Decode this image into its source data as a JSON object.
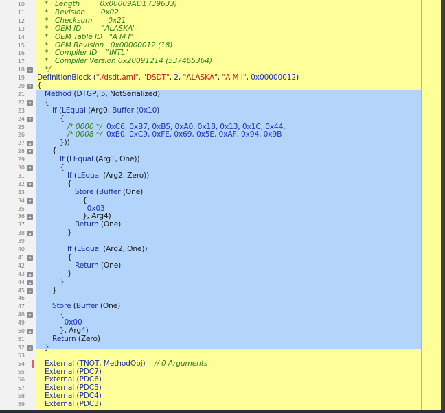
{
  "editor": {
    "language": "ASL",
    "lines": [
      {
        "n": "10",
        "indent": 1,
        "fold": "",
        "seg": [
          [
            "*   Length         0x00009AD1 (39633)",
            "cmt"
          ]
        ]
      },
      {
        "n": "11",
        "indent": 1,
        "fold": "",
        "seg": [
          [
            "*   Revision       0x02",
            "cmt"
          ]
        ]
      },
      {
        "n": "12",
        "indent": 1,
        "fold": "",
        "seg": [
          [
            "*   Checksum       0x21",
            "cmt"
          ]
        ]
      },
      {
        "n": "13",
        "indent": 1,
        "fold": "",
        "seg": [
          [
            "*   OEM ID         \"ALASKA\"",
            "cmt"
          ]
        ]
      },
      {
        "n": "14",
        "indent": 1,
        "fold": "",
        "seg": [
          [
            "*   OEM Table ID   \"A M I\"",
            "cmt"
          ]
        ]
      },
      {
        "n": "15",
        "indent": 1,
        "fold": "",
        "seg": [
          [
            "*   OEM Revision   0x00000012 (18)",
            "cmt"
          ]
        ]
      },
      {
        "n": "16",
        "indent": 1,
        "fold": "",
        "seg": [
          [
            "*   Compiler ID    \"INTL\"",
            "cmt"
          ]
        ]
      },
      {
        "n": "17",
        "indent": 1,
        "fold": "",
        "seg": [
          [
            "*   Compiler Version 0x20091214 (537465364)",
            "cmt"
          ]
        ]
      },
      {
        "n": "18",
        "indent": 1,
        "fold": "close",
        "seg": [
          [
            "*/",
            "cmt"
          ]
        ]
      },
      {
        "n": "19",
        "indent": 0,
        "fold": "",
        "seg": [
          [
            "DefinitionBlock (",
            "kw"
          ],
          [
            "\"./dsdt.aml\"",
            "str"
          ],
          [
            ", ",
            "plain"
          ],
          [
            "\"DSDT\"",
            "str"
          ],
          [
            ", ",
            "plain"
          ],
          [
            "2",
            "num"
          ],
          [
            ", ",
            "plain"
          ],
          [
            "\"ALASKA\"",
            "str"
          ],
          [
            ", ",
            "plain"
          ],
          [
            "\"A M I\"",
            "str"
          ],
          [
            ", ",
            "plain"
          ],
          [
            "0x00000012",
            "num"
          ],
          [
            ")",
            "plain"
          ]
        ]
      },
      {
        "n": "20",
        "indent": 0,
        "fold": "open",
        "seg": [
          [
            "{",
            "plain"
          ]
        ]
      },
      {
        "n": "21",
        "indent": 1,
        "fold": "",
        "seg": [
          [
            "Method ",
            "kw"
          ],
          [
            "(DTGP, ",
            "plain"
          ],
          [
            "5",
            "num"
          ],
          [
            ", NotSerialized)",
            "plain"
          ]
        ]
      },
      {
        "n": "22",
        "indent": 1,
        "fold": "open",
        "seg": [
          [
            "{",
            "plain"
          ]
        ]
      },
      {
        "n": "23",
        "indent": 2,
        "fold": "",
        "seg": [
          [
            "If ",
            "kw"
          ],
          [
            "(",
            "plain"
          ],
          [
            "LEqual ",
            "kw"
          ],
          [
            "(Arg0, ",
            "plain"
          ],
          [
            "Buffer ",
            "kw"
          ],
          [
            "(",
            "plain"
          ],
          [
            "0x10",
            "num"
          ],
          [
            ")",
            "plain"
          ]
        ]
      },
      {
        "n": "24",
        "indent": 3,
        "fold": "open",
        "seg": [
          [
            "{",
            "plain"
          ]
        ]
      },
      {
        "n": "25",
        "indent": 4,
        "fold": "",
        "seg": [
          [
            "/* 0000 */  ",
            "cmt"
          ],
          [
            "0xC6, 0xB7, 0xB5, 0xA0, 0x18, 0x13, 0x1C, 0x44,",
            "num"
          ]
        ]
      },
      {
        "n": "26",
        "indent": 4,
        "fold": "",
        "seg": [
          [
            "/* 0008 */  ",
            "cmt"
          ],
          [
            "0xB0, 0xC9, 0xFE, 0x69, 0x5E, 0xAF, 0x94, 0x9B",
            "num"
          ]
        ]
      },
      {
        "n": "27",
        "indent": 3,
        "fold": "close",
        "seg": [
          [
            "}))",
            "plain"
          ]
        ]
      },
      {
        "n": "28",
        "indent": 2,
        "fold": "open",
        "seg": [
          [
            "{",
            "plain"
          ]
        ]
      },
      {
        "n": "29",
        "indent": 3,
        "fold": "",
        "seg": [
          [
            "If ",
            "kw"
          ],
          [
            "(",
            "plain"
          ],
          [
            "LEqual ",
            "kw"
          ],
          [
            "(Arg1, One))",
            "plain"
          ]
        ]
      },
      {
        "n": "30",
        "indent": 3,
        "fold": "open",
        "seg": [
          [
            "{",
            "plain"
          ]
        ]
      },
      {
        "n": "31",
        "indent": 4,
        "fold": "",
        "seg": [
          [
            "If ",
            "kw"
          ],
          [
            "(",
            "plain"
          ],
          [
            "LEqual ",
            "kw"
          ],
          [
            "(Arg2, Zero))",
            "plain"
          ]
        ]
      },
      {
        "n": "32",
        "indent": 4,
        "fold": "open",
        "seg": [
          [
            "{",
            "plain"
          ]
        ]
      },
      {
        "n": "33",
        "indent": 5,
        "fold": "",
        "seg": [
          [
            "Store ",
            "kw"
          ],
          [
            "(",
            "plain"
          ],
          [
            "Buffer ",
            "kw"
          ],
          [
            "(One)",
            "plain"
          ]
        ]
      },
      {
        "n": "34",
        "indent": 6,
        "fold": "open",
        "seg": [
          [
            "{",
            "plain"
          ]
        ]
      },
      {
        "n": "35",
        "indent": 6.6,
        "fold": "",
        "seg": [
          [
            "0x03",
            "num"
          ]
        ]
      },
      {
        "n": "36",
        "indent": 6,
        "fold": "close",
        "seg": [
          [
            "}, Arg4)",
            "plain"
          ]
        ]
      },
      {
        "n": "37",
        "indent": 5,
        "fold": "",
        "seg": [
          [
            "Return ",
            "kw"
          ],
          [
            "(One)",
            "plain"
          ]
        ]
      },
      {
        "n": "38",
        "indent": 4,
        "fold": "close",
        "seg": [
          [
            "}",
            "plain"
          ]
        ]
      },
      {
        "n": "39",
        "indent": 0,
        "fold": "",
        "seg": []
      },
      {
        "n": "40",
        "indent": 4,
        "fold": "",
        "seg": [
          [
            "If ",
            "kw"
          ],
          [
            "(",
            "plain"
          ],
          [
            "LEqual ",
            "kw"
          ],
          [
            "(Arg2, One))",
            "plain"
          ]
        ]
      },
      {
        "n": "41",
        "indent": 4,
        "fold": "open",
        "seg": [
          [
            "{",
            "plain"
          ]
        ]
      },
      {
        "n": "42",
        "indent": 5,
        "fold": "",
        "seg": [
          [
            "Return ",
            "kw"
          ],
          [
            "(One)",
            "plain"
          ]
        ]
      },
      {
        "n": "43",
        "indent": 4,
        "fold": "close",
        "seg": [
          [
            "}",
            "plain"
          ]
        ]
      },
      {
        "n": "44",
        "indent": 3,
        "fold": "close",
        "seg": [
          [
            "}",
            "plain"
          ]
        ]
      },
      {
        "n": "45",
        "indent": 2,
        "fold": "close",
        "seg": [
          [
            "}",
            "plain"
          ]
        ]
      },
      {
        "n": "46",
        "indent": 0,
        "fold": "",
        "seg": []
      },
      {
        "n": "47",
        "indent": 2,
        "fold": "",
        "seg": [
          [
            "Store ",
            "kw"
          ],
          [
            "(",
            "plain"
          ],
          [
            "Buffer ",
            "kw"
          ],
          [
            "(One)",
            "plain"
          ]
        ]
      },
      {
        "n": "48",
        "indent": 3,
        "fold": "open",
        "seg": [
          [
            "{",
            "plain"
          ]
        ]
      },
      {
        "n": "49",
        "indent": 3.6,
        "fold": "",
        "seg": [
          [
            "0x00",
            "num"
          ]
        ]
      },
      {
        "n": "50",
        "indent": 3,
        "fold": "close",
        "seg": [
          [
            "}, Arg4)",
            "plain"
          ]
        ]
      },
      {
        "n": "51",
        "indent": 2,
        "fold": "",
        "seg": [
          [
            "Return ",
            "kw"
          ],
          [
            "(Zero)",
            "plain"
          ]
        ]
      },
      {
        "n": "52",
        "indent": 1,
        "fold": "close",
        "seg": [
          [
            "}",
            "plain"
          ]
        ]
      },
      {
        "n": "53",
        "indent": 0,
        "fold": "",
        "seg": []
      },
      {
        "n": "54",
        "indent": 1,
        "fold": "",
        "marker": true,
        "seg": [
          [
            "External (TNOT, MethodObj)    ",
            "kw"
          ],
          [
            "// 0 Arguments",
            "cmt"
          ]
        ]
      },
      {
        "n": "55",
        "indent": 1,
        "fold": "",
        "seg": [
          [
            "External (PDC7)",
            "kw"
          ]
        ]
      },
      {
        "n": "56",
        "indent": 1,
        "fold": "",
        "seg": [
          [
            "External (PDC6)",
            "kw"
          ]
        ]
      },
      {
        "n": "57",
        "indent": 1,
        "fold": "",
        "seg": [
          [
            "External (PDC5)",
            "kw"
          ]
        ]
      },
      {
        "n": "58",
        "indent": 1,
        "fold": "",
        "seg": [
          [
            "External (PDC4)",
            "kw"
          ]
        ]
      },
      {
        "n": "59",
        "indent": 1,
        "fold": "",
        "seg": [
          [
            "External (PDC3)",
            "kw"
          ]
        ]
      }
    ]
  },
  "colors": {
    "editor_bg": "#ffff99",
    "selection": "#b3d4fb",
    "comment": "#2f7d1f",
    "keyword": "#1f2f9f",
    "string": "#c01818",
    "number": "#1f2fbf"
  }
}
